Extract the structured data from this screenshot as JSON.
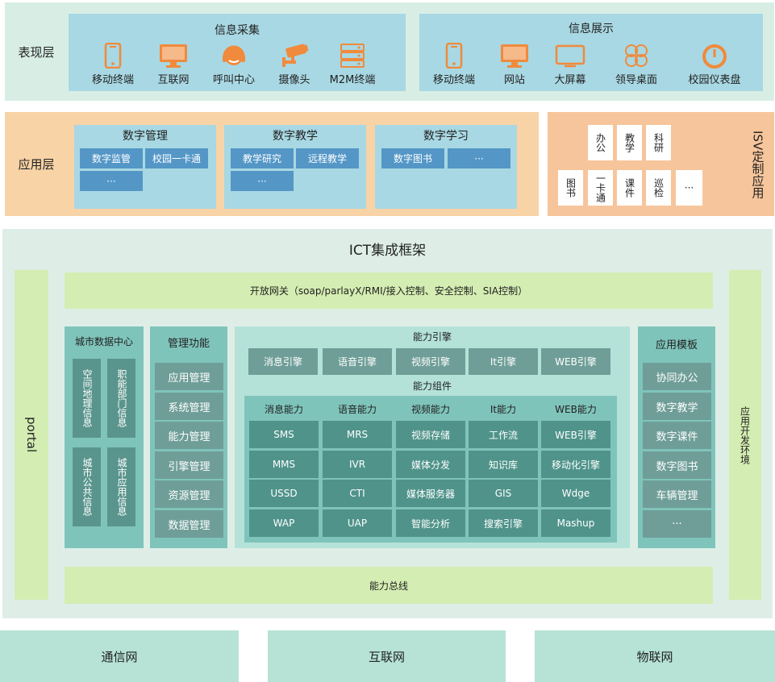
{
  "presentation": {
    "label": "表现层",
    "collect": {
      "title": "信息采集",
      "items": [
        {
          "label": "移动终端",
          "icon": "mobile-icon"
        },
        {
          "label": "互联网",
          "icon": "monitor-icon"
        },
        {
          "label": "呼叫中心",
          "icon": "headset-icon"
        },
        {
          "label": "摄像头",
          "icon": "camera-icon"
        },
        {
          "label": "M2M终端",
          "icon": "server-icon"
        }
      ]
    },
    "display": {
      "title": "信息展示",
      "items": [
        {
          "label": "移动终端",
          "icon": "mobile-icon"
        },
        {
          "label": "网站",
          "icon": "monitor-icon"
        },
        {
          "label": "大屏幕",
          "icon": "screen-icon"
        },
        {
          "label": "领导桌面",
          "icon": "clover-icon"
        },
        {
          "label": "校园仪表盘",
          "icon": "gauge-icon"
        }
      ]
    },
    "icon_color": "#f08a3c"
  },
  "application": {
    "label": "应用层",
    "cards": [
      {
        "title": "数字管理",
        "buttons": [
          "数字监管",
          "校园一卡通",
          "···"
        ]
      },
      {
        "title": "数字教学",
        "buttons": [
          "教学研究",
          "远程教学",
          "···"
        ]
      },
      {
        "title": "数字学习",
        "buttons": [
          "数字图书",
          "···"
        ]
      }
    ],
    "isv": {
      "label": "ISV定制应用",
      "row1": [
        "办公",
        "教学",
        "科研"
      ],
      "row2": [
        "图书",
        "一卡通",
        "课件",
        "巡检",
        "···"
      ]
    }
  },
  "ict": {
    "title": "ICT集成框架",
    "portal": "portal",
    "gateway": "开放网关（soap/parlayX/RMI/接入控制、安全控制、SIA控制）",
    "city_data": {
      "title": "城市数据中心",
      "items": [
        "空间地理信息",
        "职能部门信息",
        "城市公共信息",
        "城市应用信息"
      ]
    },
    "mgmt": {
      "title": "管理功能",
      "items": [
        "应用管理",
        "系统管理",
        "能力管理",
        "引擎管理",
        "资源管理",
        "数据管理"
      ]
    },
    "engines": {
      "title": "能力引擎",
      "items": [
        "消息引擎",
        "语音引擎",
        "视频引擎",
        "It引擎",
        "WEB引擎"
      ]
    },
    "components": {
      "title": "能力组件",
      "columns": [
        {
          "header": "消息能力",
          "items": [
            "SMS",
            "MMS",
            "USSD",
            "WAP"
          ]
        },
        {
          "header": "语音能力",
          "items": [
            "MRS",
            "IVR",
            "CTI",
            "UAP"
          ]
        },
        {
          "header": "视频能力",
          "items": [
            "视频存储",
            "媒体分发",
            "媒体服务器",
            "智能分析"
          ]
        },
        {
          "header": "It能力",
          "items": [
            "工作流",
            "知识库",
            "GIS",
            "搜索引擎"
          ]
        },
        {
          "header": "WEB能力",
          "items": [
            "WEB引擎",
            "移动化引擎",
            "Wdge",
            "Mashup"
          ]
        }
      ]
    },
    "templates": {
      "title": "应用模板",
      "items": [
        "协同办公",
        "数字教学",
        "数字课件",
        "数字图书",
        "车辆管理",
        "···"
      ]
    },
    "bus": "能力总线",
    "dev_env": "应用开发环境"
  },
  "networks": [
    "通信网",
    "互联网",
    "物联网"
  ]
}
